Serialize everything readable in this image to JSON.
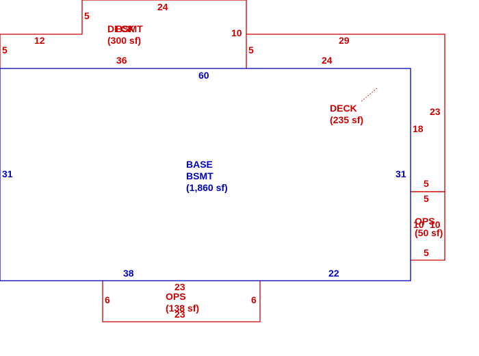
{
  "areas": {
    "base": {
      "line1": "BASE",
      "line2": "BSMT",
      "area": "(1,860 sf)"
    },
    "upper": {
      "name_a": "DECK",
      "name_b": "BSMT",
      "area": "(300 sf)"
    },
    "deck": {
      "name": "DECK",
      "area": "(235 sf)"
    },
    "ops_right": {
      "name": "OPS",
      "area": "(50 sf)"
    },
    "ops_bottom": {
      "name": "OPS",
      "area": "(138 sf)"
    }
  },
  "dimensions": {
    "base_top": "60",
    "base_left": "31",
    "base_right": "31",
    "base_bottom_left": "38",
    "base_bottom_right": "22",
    "upper_top": "24",
    "upper_notch_side": "5",
    "upper_left_run": "12",
    "upper_left_side": "5",
    "upper_bottom": "36",
    "upper_right_side": "10",
    "upper_right_step": "5",
    "deck_top": "29",
    "deck_bottom": "24",
    "deck_right": "23",
    "deck_left": "18",
    "deck_step": "5",
    "ops_right_top": "5",
    "ops_right_bottom": "5",
    "ops_right_left": "10",
    "ops_right_right": "10",
    "ops_bottom_top": "23",
    "ops_bottom_bottom": "23",
    "ops_bottom_left": "6",
    "ops_bottom_right": "6"
  },
  "colors": {
    "base_line": "#0000bb",
    "addition_line": "#cc0000",
    "background": "#ffffff"
  }
}
